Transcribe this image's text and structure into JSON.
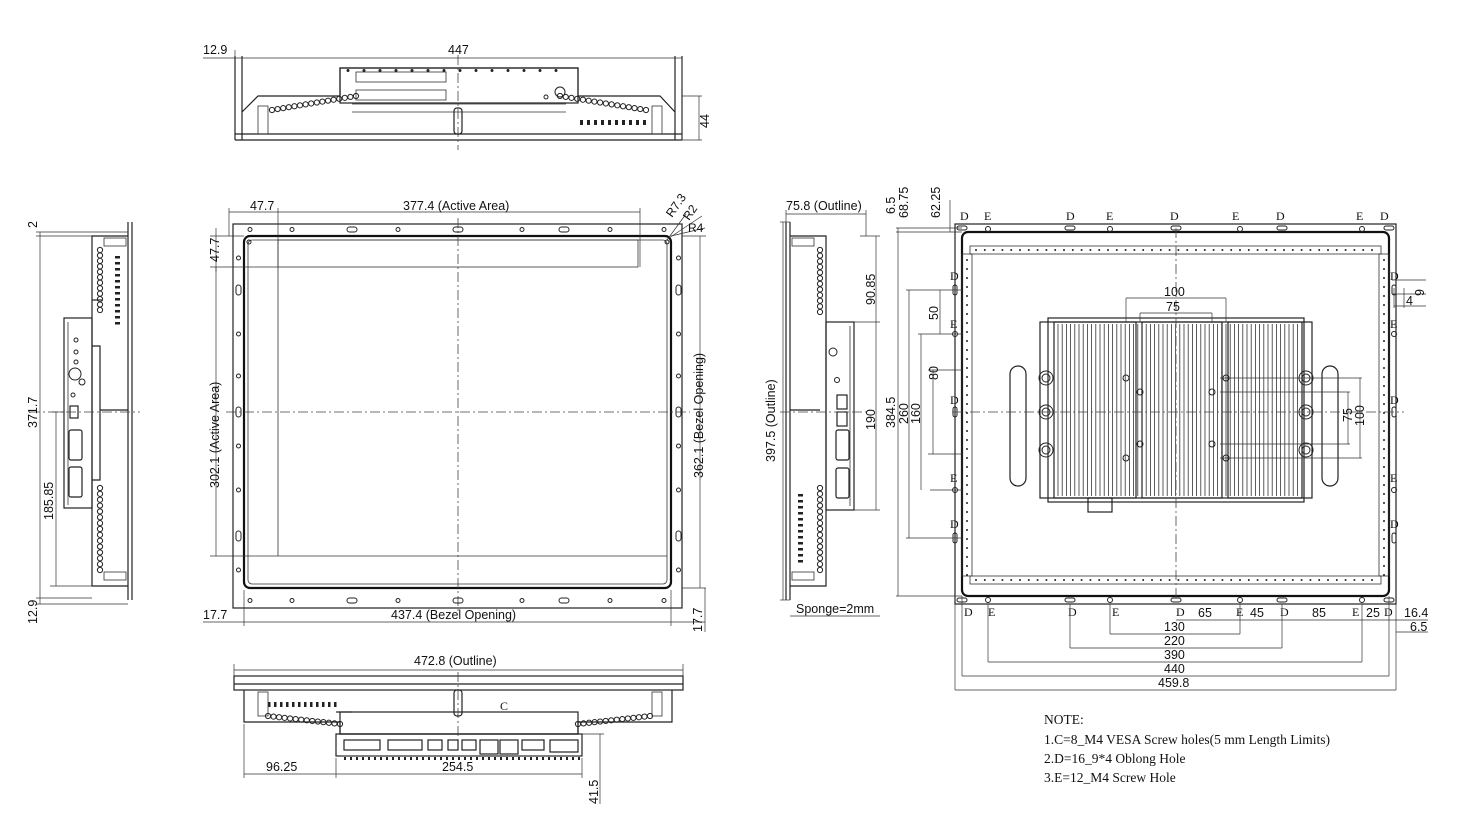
{
  "top_view": {
    "dim_width": "447",
    "dim_left": "12.9",
    "dim_height": "44"
  },
  "front_view": {
    "dim_active_width": "377.4 (Active Area)",
    "dim_active_height": "302.1 (Active Area)",
    "dim_left_margin": "47.7",
    "dim_top_margin": "47.7",
    "dim_bezel_height": "362.1 (Bezel Opening)",
    "dim_bezel_width": "437.4 (Bezel Opening)",
    "dim_bottom_left": "17.7",
    "dim_bottom_right": "17.7",
    "radius_1": "R7.3",
    "radius_2": "R2",
    "radius_3": "R4"
  },
  "left_side_view": {
    "dim_top": "2",
    "dim_height": "371.7",
    "dim_mount": "185.85",
    "dim_bottom": "12.9"
  },
  "right_side_view": {
    "dim_outline_depth": "75.8 (Outline)",
    "dim_outline_height": "397.5 (Outline)",
    "dim_upper": "90.85",
    "dim_box": "190",
    "sponge": "Sponge=2mm"
  },
  "bottom_view": {
    "dim_outline_width": "472.8 (Outline)",
    "dim_offset": "96.25",
    "dim_io_width": "254.5",
    "dim_depth": "41.5",
    "label_c": "C"
  },
  "rear_view": {
    "dims_left": [
      "6.5",
      "68.75",
      "62.25",
      "384.5",
      "260",
      "160",
      "80",
      "50"
    ],
    "dims_bottom": [
      "130",
      "220",
      "390",
      "440",
      "459.8"
    ],
    "dims_bottom_row": [
      "65",
      "45",
      "85",
      "25",
      "16.4",
      "6.5"
    ],
    "dims_vesa": [
      "100",
      "75",
      "75",
      "100"
    ],
    "dims_slot": [
      "9",
      "4"
    ],
    "hole_tags": {
      "d": "D",
      "e": "E"
    }
  },
  "notes": {
    "title": "NOTE:",
    "lines": [
      "1.C=8_M4 VESA Screw holes(5 mm Length Limits)",
      "2.D=16_9*4 Oblong Hole",
      "3.E=12_M4 Screw Hole"
    ]
  }
}
